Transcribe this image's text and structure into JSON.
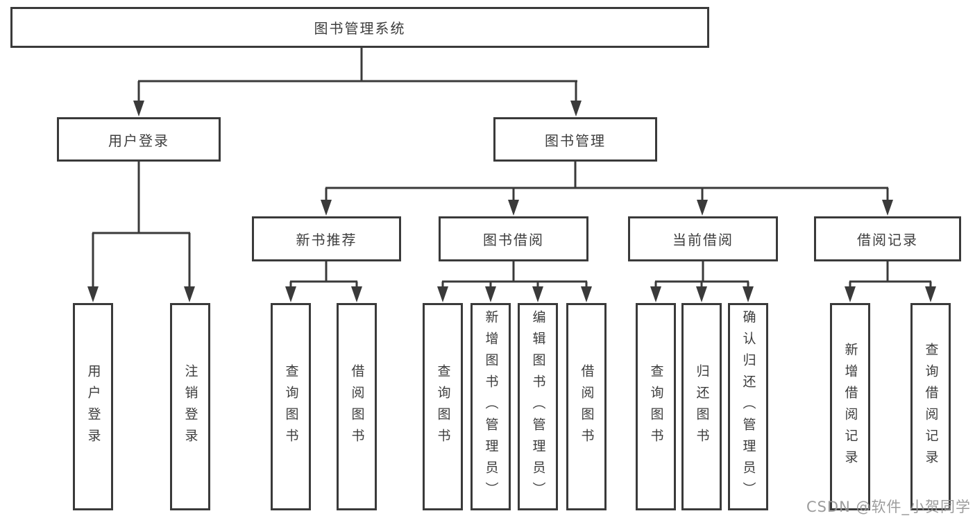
{
  "title": "图书管理系统",
  "watermark": "CSDN @软件_小贺同学",
  "colors": {
    "line": "#3a3a3a",
    "box_border": "#3a3a3a",
    "text": "#3d3d3d",
    "watermark": "#949494",
    "background": "#ffffff"
  },
  "nodes": {
    "root": "图书管理系统",
    "user_login": "用户登录",
    "book_mgmt": "图书管理",
    "login": "用户登录",
    "logout": "注销登录",
    "new_book_rec": "新书推荐",
    "book_borrow": "图书借阅",
    "current_borrow": "当前借阅",
    "borrow_record": "借阅记录",
    "nbr_query": "查询图书",
    "nbr_borrow": "借阅图书",
    "bb_query": "查询图书",
    "bb_add": "新增图书（管理员）",
    "bb_edit": "编辑图书（管理员）",
    "bb_borrow": "借阅图书",
    "cb_query": "查询图书",
    "cb_return": "归还图书",
    "cb_confirm": "确认归还（管理员）",
    "br_add": "新增借阅记录",
    "br_query": "查询借阅记录"
  },
  "hierarchy": {
    "图书管理系统": [
      "用户登录",
      "图书管理"
    ],
    "用户登录": [
      "用户登录",
      "注销登录"
    ],
    "图书管理": [
      "新书推荐",
      "图书借阅",
      "当前借阅",
      "借阅记录"
    ],
    "新书推荐": [
      "查询图书",
      "借阅图书"
    ],
    "图书借阅": [
      "查询图书",
      "新增图书（管理员）",
      "编辑图书（管理员）",
      "借阅图书"
    ],
    "当前借阅": [
      "查询图书",
      "归还图书",
      "确认归还（管理员）"
    ],
    "借阅记录": [
      "新增借阅记录",
      "查询借阅记录"
    ]
  }
}
